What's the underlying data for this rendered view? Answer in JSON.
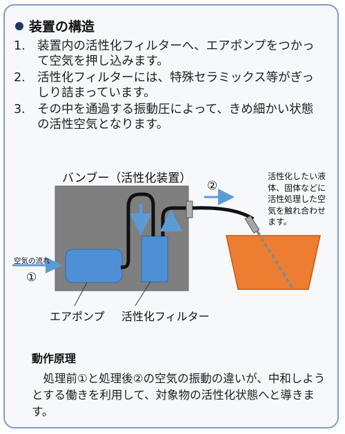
{
  "section_title": "装置の構造",
  "steps": [
    {
      "num": "1.",
      "text": "装置内の活性化フィルターへ、エアポンプをつかって空気を押し込みます。"
    },
    {
      "num": "2.",
      "text": "活性化フィルターには、特殊セラミックス等がぎっしり詰まっています。"
    },
    {
      "num": "3.",
      "text": "その中を通過する振動圧によって、きめ細かい状態の活性空気となります。"
    }
  ],
  "diagram": {
    "device_label": "バンブー（活性化装置）",
    "air_flow_label": "空気の流れ",
    "marker_1": "①",
    "marker_2": "②",
    "air_pump_label": "エアポンプ",
    "filter_label": "活性化フィルター",
    "target_note": "活性化したい液体、固体などに活性処理した空気を触れ合わせます。",
    "colors": {
      "device_box": "#7f7f7f",
      "component_blue": "#4f8fd6",
      "arrow_blue": "#5b9bd5",
      "vessel_orange": "#ed7d31"
    }
  },
  "operation": {
    "title": "動作原理",
    "body": "処理前①と処理後②の空気の振動の違いが、中和しようとする働きを利用して、対象物の活性化状態へと導きます。"
  }
}
